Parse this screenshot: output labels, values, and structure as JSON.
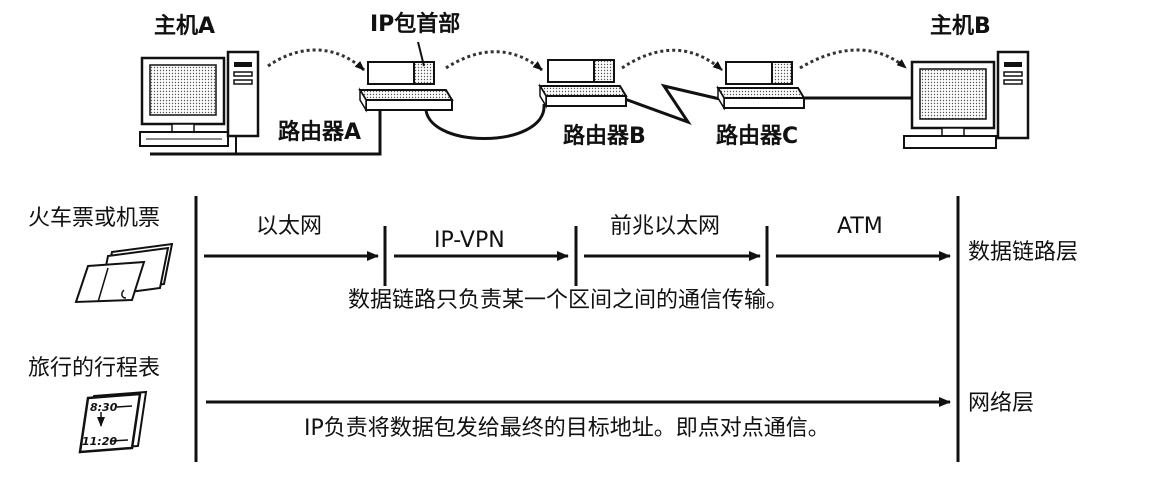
{
  "network": {
    "host_a": "主机A",
    "host_b": "主机B",
    "ip_header": "IP包首部",
    "router_a": "路由器A",
    "router_b": "路由器B",
    "router_c": "路由器C"
  },
  "left_labels": {
    "tickets": "火车票或机票",
    "itinerary": "旅行的行程表"
  },
  "itinerary_times": {
    "start": "8:30",
    "end": "11:20"
  },
  "links": {
    "ethernet": "以太网",
    "ip_vpn": "IP-VPN",
    "gigabit_ethernet": "前兆以太网",
    "atm": "ATM"
  },
  "layers": {
    "data_link": "数据链路层",
    "network": "网络层"
  },
  "captions": {
    "data_link": "数据链路只负责某一个区间之间的通信传输。",
    "network": "IP负责将数据包发给最终的目标地址。即点对点通信。"
  }
}
